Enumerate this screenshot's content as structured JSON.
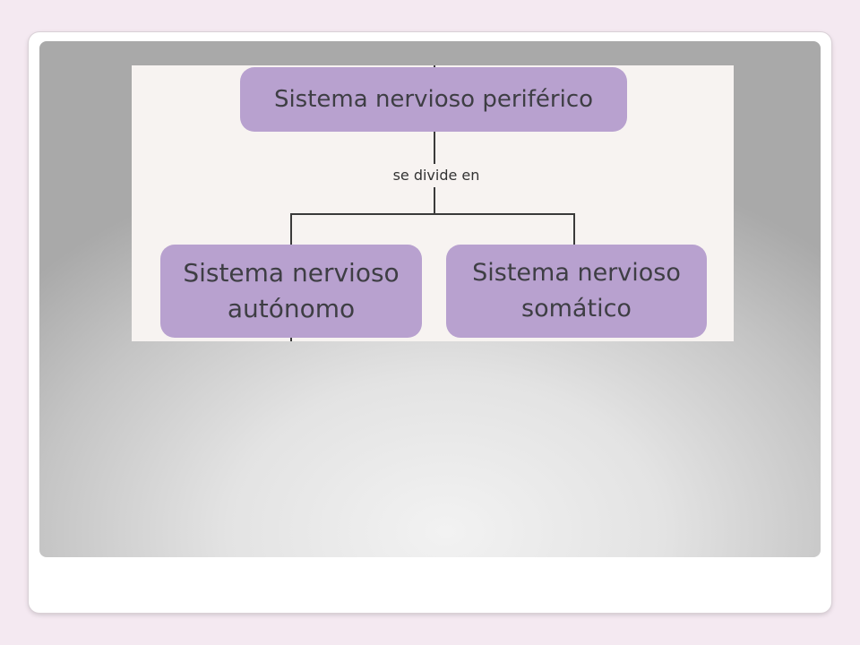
{
  "diagram": {
    "root_node": "Sistema nervioso periférico",
    "edge_label": "se divide en",
    "children": [
      {
        "label": "Sistema nervioso autónomo"
      },
      {
        "label": "Sistema nervioso somático"
      }
    ]
  },
  "colors": {
    "page_background": "#f4e9f1",
    "card_background": "#ffffff",
    "node_fill": "#b8a1cf",
    "node_text": "#3e3e44",
    "connector_line": "#3a3a3a",
    "diagram_background": "#f7f3f1",
    "panel_gradient_light": "#f2f2f2",
    "panel_gradient_dark": "#a9a9a9"
  }
}
